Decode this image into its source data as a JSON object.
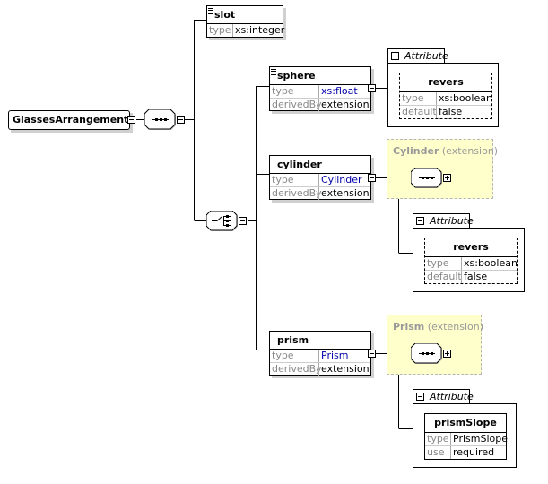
{
  "root": {
    "name": "GlassesArrangement"
  },
  "slot": {
    "name": "slot",
    "type_key": "type",
    "type_value": "xs:integer"
  },
  "sphere": {
    "name": "sphere",
    "rows": [
      {
        "key": "type",
        "value": "xs:float"
      },
      {
        "key": "derivedBy",
        "value": "extension"
      }
    ],
    "attribute_group": {
      "label": "Attribute",
      "attr": {
        "name": "revers",
        "rows": [
          {
            "key": "type",
            "value": "xs:boolean"
          },
          {
            "key": "default",
            "value": "false"
          }
        ]
      }
    }
  },
  "cylinder": {
    "name": "cylinder",
    "rows": [
      {
        "key": "type",
        "value": "Cylinder"
      },
      {
        "key": "derivedBy",
        "value": "extension"
      }
    ],
    "extension": {
      "name": "Cylinder",
      "suffix": "(extension)"
    },
    "attribute_group": {
      "label": "Attribute",
      "attr": {
        "name": "revers",
        "rows": [
          {
            "key": "type",
            "value": "xs:boolean"
          },
          {
            "key": "default",
            "value": "false"
          }
        ]
      }
    }
  },
  "prism": {
    "name": "prism",
    "rows": [
      {
        "key": "type",
        "value": "Prism"
      },
      {
        "key": "derivedBy",
        "value": "extension"
      }
    ],
    "extension": {
      "name": "Prism",
      "suffix": "(extension)"
    },
    "attribute_group": {
      "label": "Attribute",
      "attr": {
        "name": "prismSlope",
        "rows": [
          {
            "key": "type",
            "value": "PrismSlope"
          },
          {
            "key": "use",
            "value": "required"
          }
        ]
      }
    }
  },
  "colors": {
    "extension_fill": "#ffffcc",
    "type_link": "#0000aa",
    "muted": "#888888"
  },
  "icons": [
    "expand-minus-icon",
    "expand-plus-icon",
    "sequence-icon",
    "choice-icon",
    "documentation-icon"
  ]
}
